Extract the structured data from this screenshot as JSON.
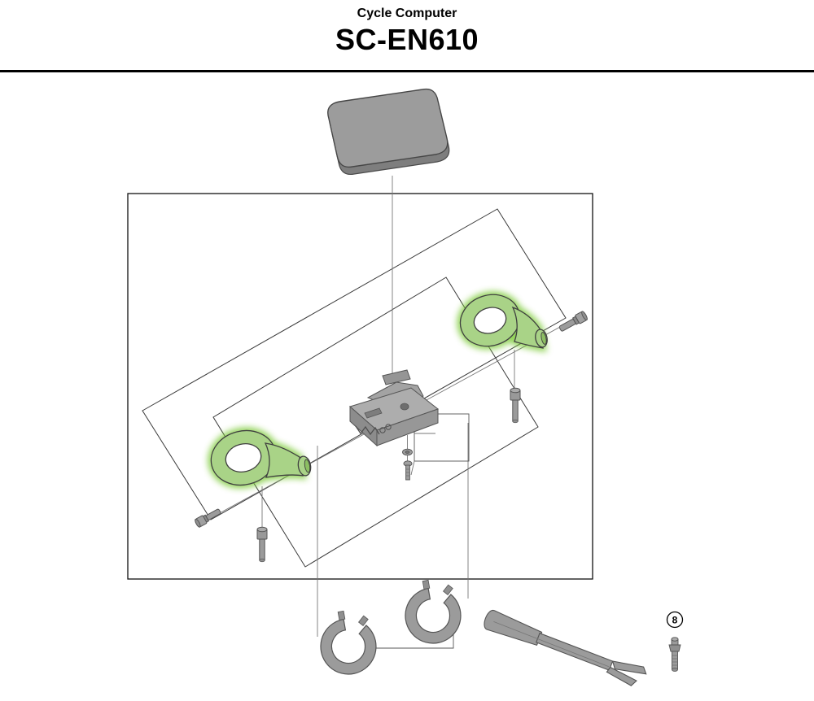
{
  "header": {
    "subtitle": "Cycle Computer",
    "model": "SC-EN610"
  },
  "diagram": {
    "kind": "exploded-parts-diagram",
    "labels": {
      "part_8": "8"
    },
    "colors": {
      "highlight_green": "#7cc142",
      "highlight_fill": "#a9d387",
      "part_gray": "#9b9b9b",
      "part_gray_dark": "#858585",
      "outline_dark": "#4f4f4f",
      "line_black": "#111111"
    },
    "parts": [
      "display-unit",
      "bracket-left-highlighted",
      "bracket-right-highlighted",
      "mount-bracket",
      "bolt-top-right",
      "bolt-bottom-left",
      "fixing-bolt-right",
      "fixing-bolt-left",
      "adjust-screw",
      "band-clamp-left",
      "band-clamp-right",
      "band-tool",
      "bolt-part-8"
    ]
  }
}
